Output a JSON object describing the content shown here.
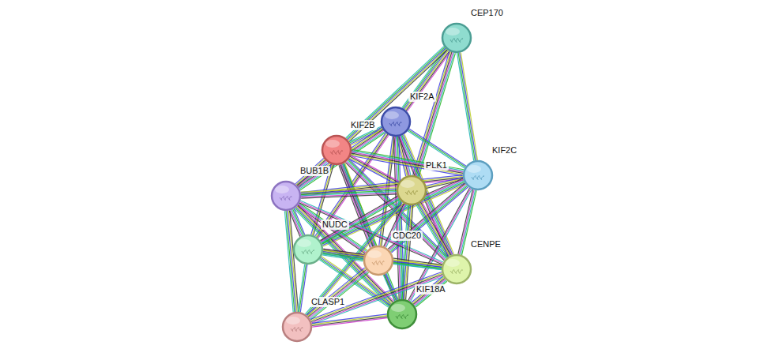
{
  "diagram": {
    "nodes": [
      {
        "text": [
          "CEP170"
        ]
      },
      {
        "text": [
          "KIF2A"
        ]
      },
      {
        "text": [
          "KIF2B"
        ]
      },
      {
        "text": [
          "KIF2C"
        ]
      },
      {
        "text": [
          "BUB1B"
        ]
      },
      {
        "text": [
          "PLK1"
        ]
      },
      {
        "text": [
          "NUDC"
        ]
      },
      {
        "text": [
          "CDC20"
        ]
      },
      {
        "text": [
          "CENPE"
        ]
      },
      {
        "text": [
          "KIF18A"
        ]
      },
      {
        "text": [
          "CLASP1"
        ]
      }
    ],
    "edges": [
      {
        "from": 0,
        "to": 1,
        "arrow": "none"
      },
      {
        "from": 0,
        "to": 2,
        "arrow": "none"
      },
      {
        "from": 0,
        "to": 5,
        "arrow": "none"
      },
      {
        "from": 0,
        "to": 3,
        "arrow": "none"
      },
      {
        "from": 1,
        "to": 2,
        "arrow": "none"
      },
      {
        "from": 1,
        "to": 3,
        "arrow": "none"
      },
      {
        "from": 1,
        "to": 4,
        "arrow": "none"
      },
      {
        "from": 1,
        "to": 5,
        "arrow": "none"
      },
      {
        "from": 1,
        "to": 6,
        "arrow": "none"
      },
      {
        "from": 1,
        "to": 7,
        "arrow": "none"
      },
      {
        "from": 1,
        "to": 8,
        "arrow": "none"
      },
      {
        "from": 1,
        "to": 9,
        "arrow": "none"
      },
      {
        "from": 2,
        "to": 3,
        "arrow": "none"
      },
      {
        "from": 2,
        "to": 4,
        "arrow": "none"
      },
      {
        "from": 2,
        "to": 5,
        "arrow": "none"
      },
      {
        "from": 2,
        "to": 6,
        "arrow": "none"
      },
      {
        "from": 2,
        "to": 7,
        "arrow": "none"
      },
      {
        "from": 2,
        "to": 8,
        "arrow": "none"
      },
      {
        "from": 2,
        "to": 9,
        "arrow": "none"
      },
      {
        "from": 3,
        "to": 4,
        "arrow": "none"
      },
      {
        "from": 3,
        "to": 5,
        "arrow": "none"
      },
      {
        "from": 3,
        "to": 6,
        "arrow": "none"
      },
      {
        "from": 3,
        "to": 7,
        "arrow": "none"
      },
      {
        "from": 3,
        "to": 8,
        "arrow": "none"
      },
      {
        "from": 3,
        "to": 9,
        "arrow": "none"
      },
      {
        "from": 4,
        "to": 5,
        "arrow": "none"
      },
      {
        "from": 4,
        "to": 6,
        "arrow": "none"
      },
      {
        "from": 4,
        "to": 7,
        "arrow": "none"
      },
      {
        "from": 4,
        "to": 8,
        "arrow": "none"
      },
      {
        "from": 4,
        "to": 9,
        "arrow": "none"
      },
      {
        "from": 4,
        "to": 10,
        "arrow": "none"
      },
      {
        "from": 5,
        "to": 6,
        "arrow": "none"
      },
      {
        "from": 5,
        "to": 7,
        "arrow": "none"
      },
      {
        "from": 5,
        "to": 8,
        "arrow": "none"
      },
      {
        "from": 5,
        "to": 9,
        "arrow": "none"
      },
      {
        "from": 5,
        "to": 10,
        "arrow": "none"
      },
      {
        "from": 6,
        "to": 7,
        "arrow": "none"
      },
      {
        "from": 6,
        "to": 8,
        "arrow": "none"
      },
      {
        "from": 6,
        "to": 9,
        "arrow": "none"
      },
      {
        "from": 6,
        "to": 10,
        "arrow": "none"
      },
      {
        "from": 7,
        "to": 8,
        "arrow": "none"
      },
      {
        "from": 7,
        "to": 9,
        "arrow": "none"
      },
      {
        "from": 7,
        "to": 10,
        "arrow": "none"
      },
      {
        "from": 8,
        "to": 9,
        "arrow": "none"
      },
      {
        "from": 8,
        "to": 10,
        "arrow": "none"
      },
      {
        "from": 9,
        "to": 10,
        "arrow": "none"
      }
    ]
  }
}
